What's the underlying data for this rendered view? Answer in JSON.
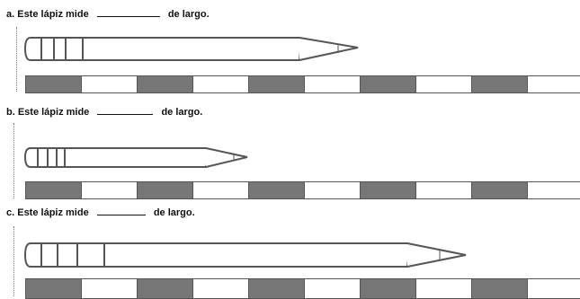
{
  "questions": [
    {
      "prefix": "a. Este lápiz mide",
      "suffix": "de largo.",
      "ruler": {
        "units_shown": 10,
        "pattern": [
          "shaded",
          "blank",
          "shaded",
          "blank",
          "shaded",
          "blank",
          "shaded",
          "blank",
          "shaded",
          "blank"
        ]
      }
    },
    {
      "prefix": "b. Este lápiz mide",
      "suffix": "de largo.",
      "ruler": {
        "units_shown": 10,
        "pattern": [
          "shaded",
          "blank",
          "shaded",
          "blank",
          "shaded",
          "blank",
          "shaded",
          "blank",
          "shaded",
          "blank"
        ]
      }
    },
    {
      "prefix": "c. Este lápiz mide",
      "suffix": "de largo.",
      "ruler": {
        "units_shown": 10,
        "pattern": [
          "shaded",
          "blank",
          "shaded",
          "blank",
          "shaded",
          "blank",
          "shaded",
          "blank",
          "shaded",
          "blank"
        ]
      }
    }
  ],
  "colors": {
    "text": "#111111",
    "outline": "#555555",
    "shaded_unit": "#777777",
    "blank_unit": "#ffffff",
    "guide": "#777777"
  }
}
